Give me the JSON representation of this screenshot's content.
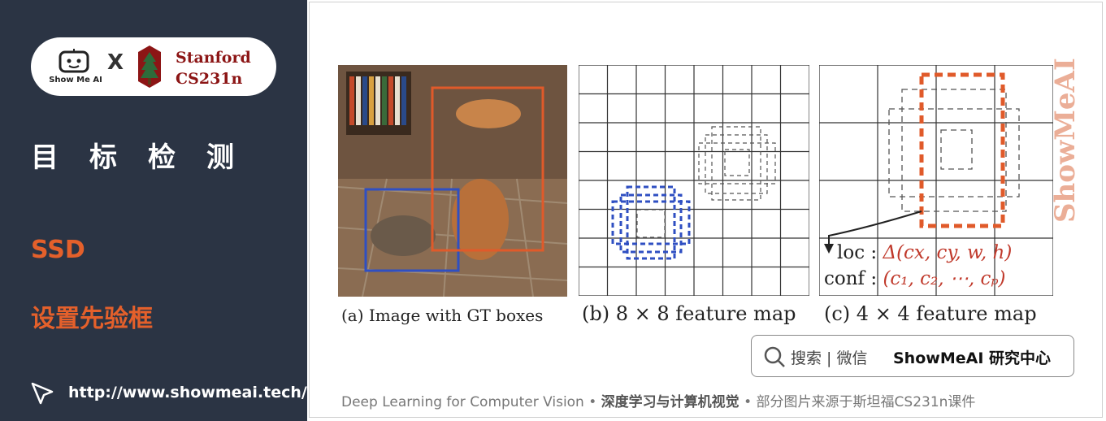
{
  "sidebar": {
    "brand_left": "Show Me AI",
    "brand_x": "X",
    "brand_right_line1": "Stanford",
    "brand_right_line2": "CS231n",
    "title": "目标检测",
    "topic": "SSD",
    "subtopic": "设置先验框",
    "url": "http://www.showmeai.tech/"
  },
  "figure": {
    "caption_a": "(a) Image with GT boxes",
    "caption_b": "(b) 8 × 8 feature map",
    "caption_c": "(c) 4 × 4 feature map",
    "loc_label": "loc : ",
    "loc_value": "Δ(cx, cy, w, h)",
    "conf_label": "conf : ",
    "conf_value": "(c₁, c₂, ⋯, cₚ)",
    "watermark": "ShowMeAI"
  },
  "search": {
    "text": "搜索 | 微信",
    "brand": "ShowMeAI 研究中心"
  },
  "footer": {
    "course": "Deep Learning for Computer Vision",
    "sep1": " • ",
    "cn_title": "深度学习与计算机视觉",
    "sep2": " • ",
    "source": "部分图片来源于斯坦福CS231n课件"
  },
  "colors": {
    "sidebar_bg": "#2b3444",
    "accent_orange": "#e4602b",
    "box_blue": "#2f4fc2",
    "box_red": "#e05a2a"
  }
}
